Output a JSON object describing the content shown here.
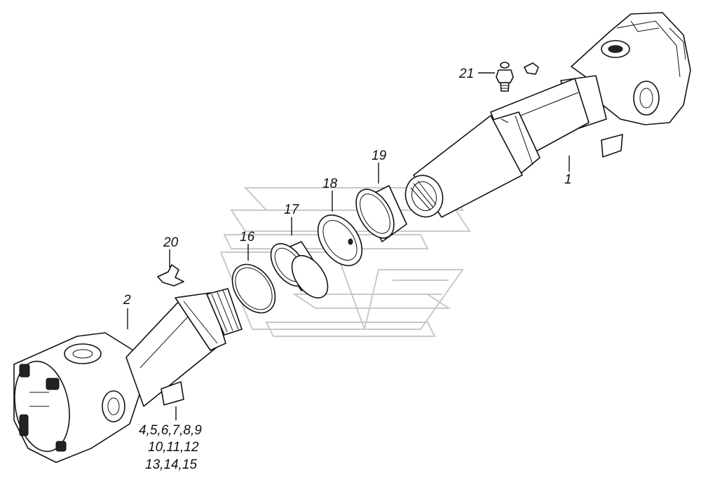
{
  "callouts": {
    "part_1": "1",
    "part_2": "2",
    "part_16": "16",
    "part_17": "17",
    "part_18": "18",
    "part_19": "19",
    "part_20": "20",
    "part_21": "21",
    "parts_group_line1": "4,5,6,7,8,9",
    "parts_group_line2": "10,11,12",
    "parts_group_line3": "13,14,15"
  }
}
